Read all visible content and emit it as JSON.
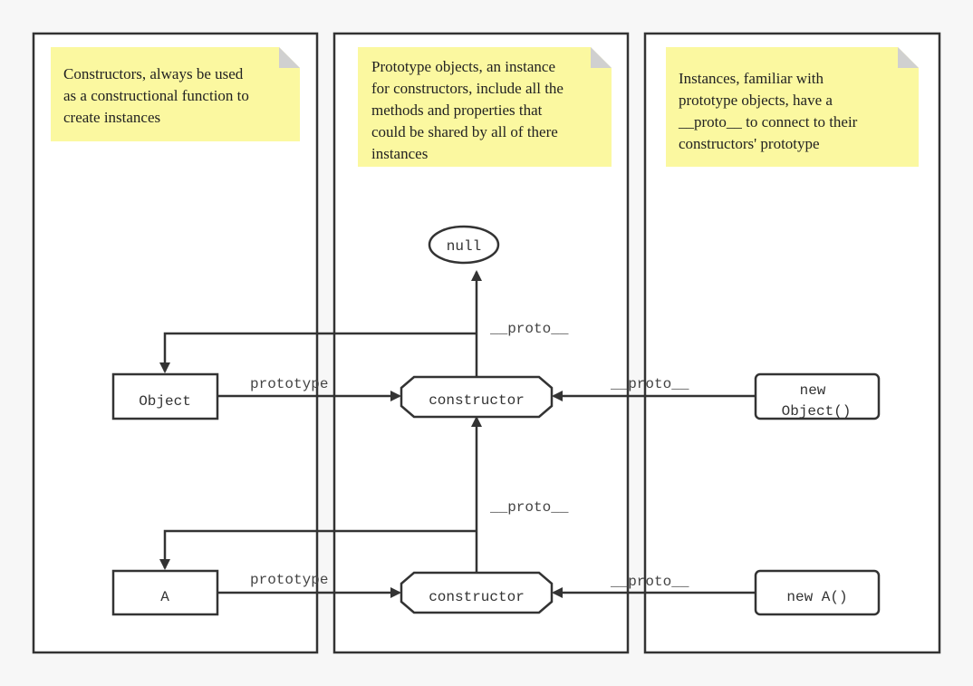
{
  "lanes": [
    {
      "note": [
        "Constructors, always be used",
        "as a constructional function to",
        "create instances"
      ]
    },
    {
      "note": [
        "Prototype objects, an instance",
        "for constructors, include all the",
        "methods and properties that",
        "could be shared by all of there",
        "instances"
      ]
    },
    {
      "note": [
        "Instances, familiar with",
        "prototype objects, have a",
        "__proto__ to connect to their",
        "constructors' prototype"
      ]
    }
  ],
  "nodes": {
    "null": "null",
    "object_ctor": "Object",
    "a_ctor": "A",
    "object_proto": "constructor",
    "a_proto": "constructor",
    "object_instance": [
      "new",
      "Object()"
    ],
    "a_instance": "new A()"
  },
  "edge_labels": {
    "object_prototype": "prototype",
    "a_prototype": "prototype",
    "object_proto_up": "__proto__",
    "a_proto_up": "__proto__",
    "object_instance_proto": "__proto__",
    "a_instance_proto": "__proto__"
  },
  "colors": {
    "note_fill": "#fbf8a0",
    "note_fold": "#d0d0d0",
    "stroke": "#333333",
    "background": "#f7f7f7"
  }
}
